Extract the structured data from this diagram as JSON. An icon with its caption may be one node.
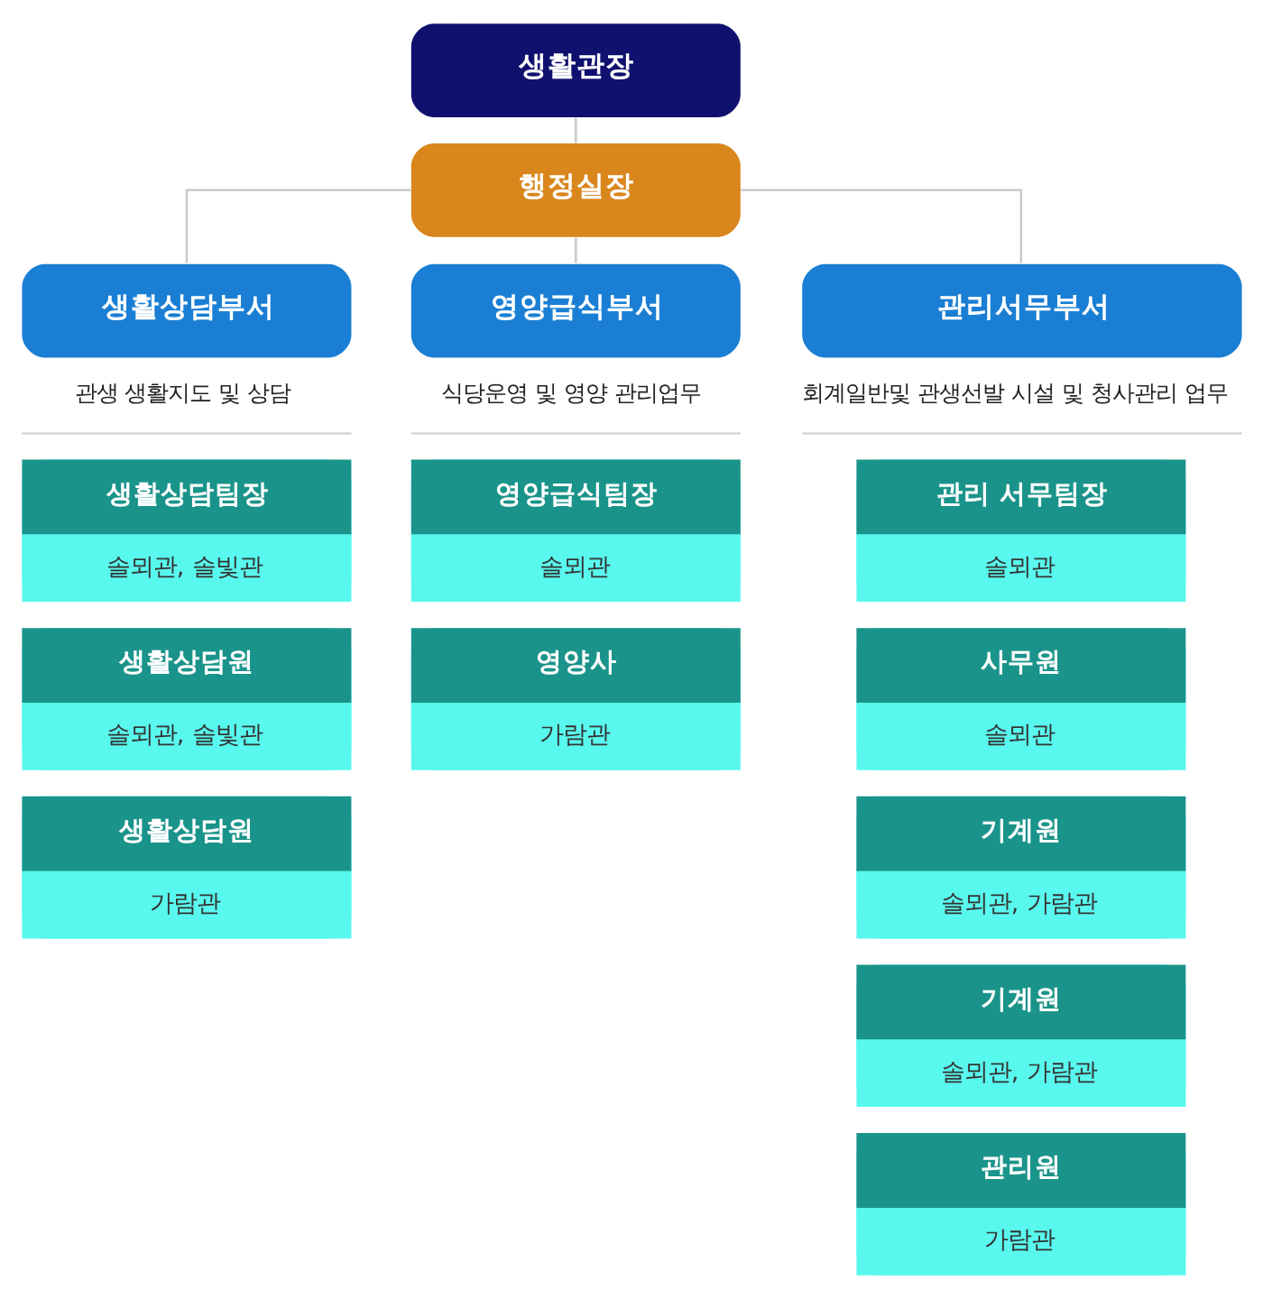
{
  "diagram": {
    "nodes": [
      {
        "text": [
          "생활관장"
        ]
      },
      {
        "text": [
          "행정실장"
        ]
      },
      {
        "text": [
          "생활상담부서"
        ],
        "beside": [
          "관생 생활지도 및 상담"
        ]
      },
      {
        "text": [
          "영양급식부서"
        ],
        "beside": [
          "식당운영 및 영양 관리업무"
        ]
      },
      {
        "text": [
          "관리서무부서"
        ],
        "beside": [
          "회계일반및 관생선발 시설 및 청사관리 업무"
        ]
      },
      {
        "text": [
          "생활상담팀장",
          "솔뫼관, 솔빛관"
        ]
      },
      {
        "text": [
          "생활상담원",
          "솔뫼관, 솔빛관"
        ]
      },
      {
        "text": [
          "생활상담원",
          "가람관"
        ]
      },
      {
        "text": [
          "영양급식팀장",
          "솔뫼관"
        ]
      },
      {
        "text": [
          "영양사",
          "가람관"
        ]
      },
      {
        "text": [
          "관리 서무팀장",
          "솔뫼관"
        ]
      },
      {
        "text": [
          "사무원",
          "솔뫼관"
        ]
      },
      {
        "text": [
          "기계원",
          "솔뫼관, 가람관"
        ]
      },
      {
        "text": [
          "기계원",
          "솔뫼관, 가람관"
        ]
      },
      {
        "text": [
          "관리원",
          "가람관"
        ]
      }
    ],
    "edges": [
      {
        "from": 0,
        "to": 1,
        "arrow": "none"
      },
      {
        "from": 1,
        "to": 2,
        "arrow": "none"
      },
      {
        "from": 1,
        "to": 3,
        "arrow": "none"
      },
      {
        "from": 1,
        "to": 4,
        "arrow": "none"
      }
    ]
  }
}
